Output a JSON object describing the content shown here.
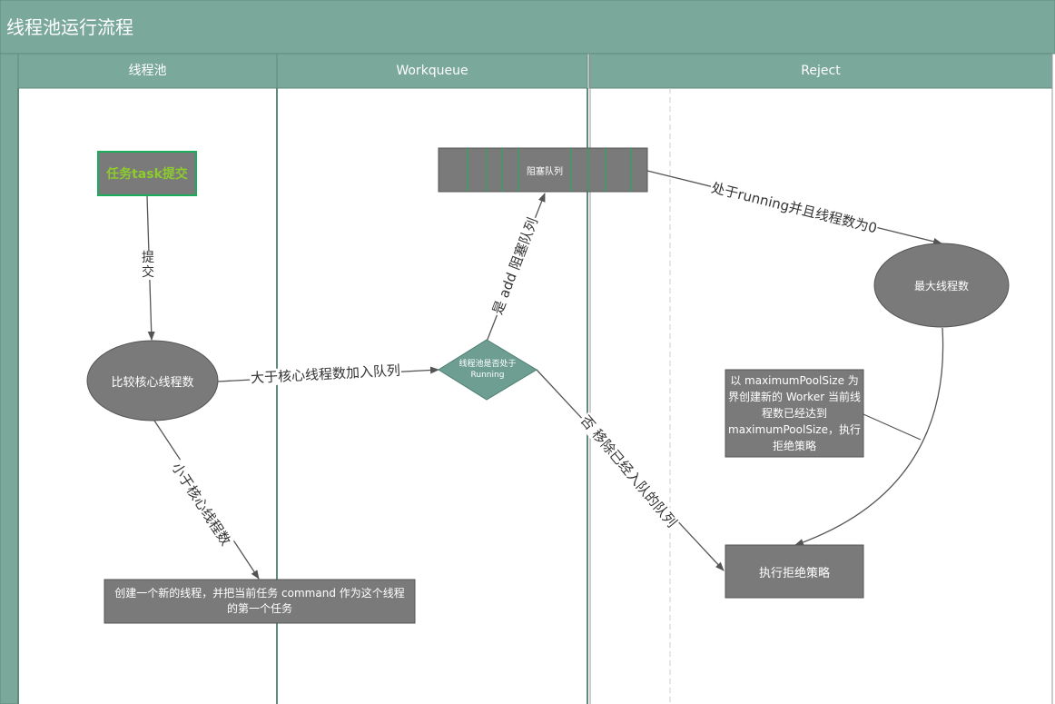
{
  "title": "线程池运行流程",
  "lanes": [
    "线程池",
    "Workqueue",
    "Reject"
  ],
  "colors": {
    "header": "#7aa89b",
    "node_fill": "#7a7a7a",
    "node_border": "#555555",
    "diamond": "#6e9e92",
    "start_text": "#8ccc2c",
    "start_border": "#1aae5a",
    "arrow": "#555555"
  },
  "nodes": {
    "start": "任务task提交",
    "compare": "比较核心线程数",
    "create": "创建一个新的线程，并把当前任务 command 作为这个线程的第一个任务",
    "decision": "线程池是否处于Running",
    "queue": "阻塞队列",
    "max": "最大线程数",
    "note": "以 maximumPoolSize 为界创建新的 Worker 当前线程数已经达到 maximumPoolSize，执行拒绝策略",
    "reject": "执行拒绝策略"
  },
  "edges": {
    "submit": "提交",
    "less": "小于核心线程数",
    "greater": "大于核心线程数加入队列",
    "yes_add": "是 add 阻塞队列",
    "no_remove": "否 移除已经入队的队列",
    "running_zero": "处于running并且线程数为0"
  }
}
